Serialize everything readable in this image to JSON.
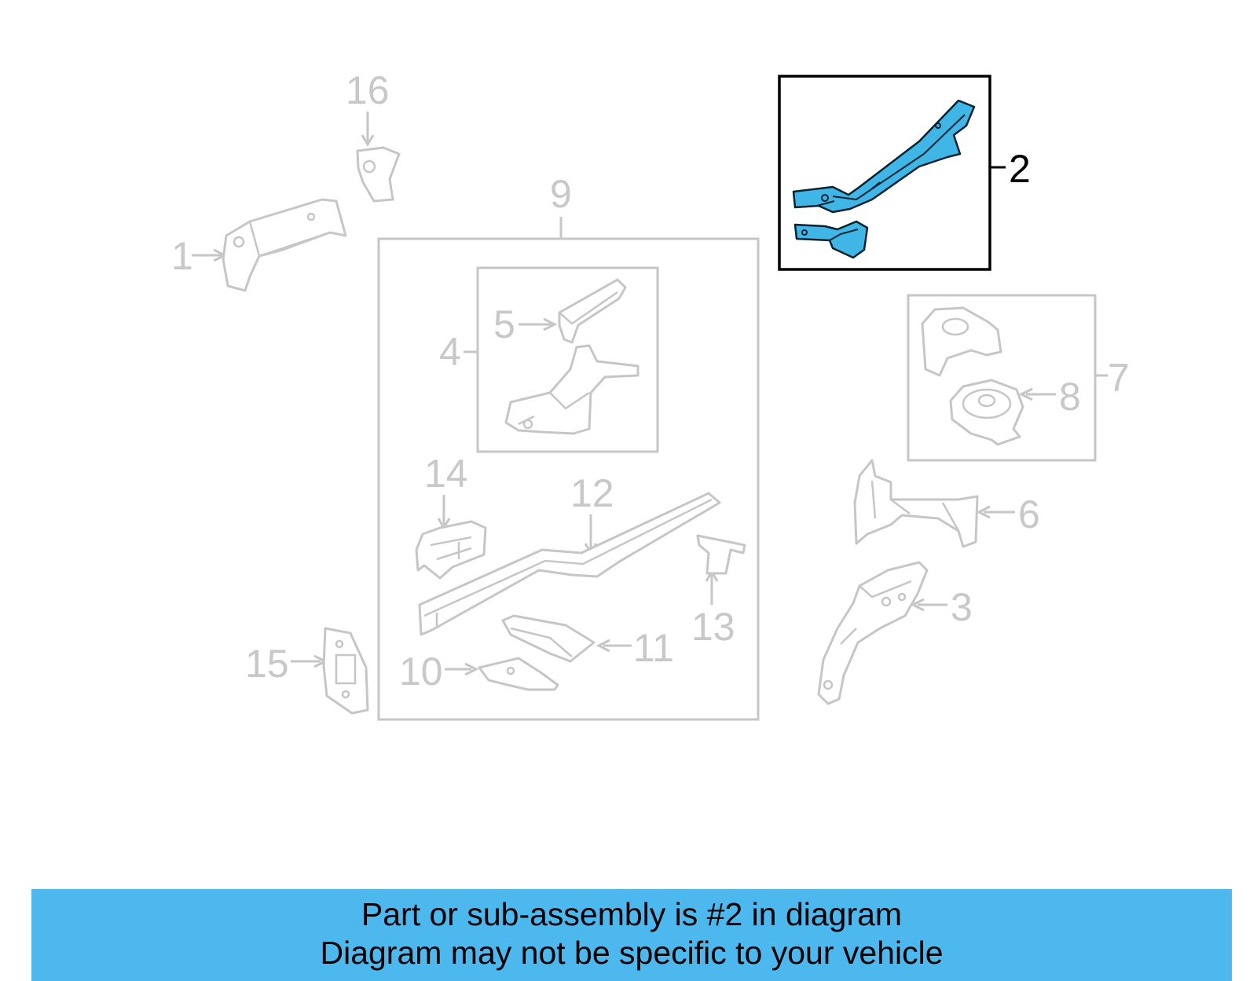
{
  "callouts": {
    "c1": "1",
    "c2": "2",
    "c3": "3",
    "c4": "4",
    "c5": "5",
    "c6": "6",
    "c7": "7",
    "c8": "8",
    "c9": "9",
    "c10": "10",
    "c11": "11",
    "c12": "12",
    "c13": "13",
    "c14": "14",
    "c15": "15",
    "c16": "16"
  },
  "highlighted_part": "2",
  "colors": {
    "highlight_fill": "#3fb6e6",
    "banner_bg": "#4cb8ee",
    "inactive_stroke": "#c6c6c6"
  },
  "banner": {
    "line1": "Part or sub-assembly is #2 in diagram",
    "line2": "Diagram may not be specific to your vehicle"
  }
}
